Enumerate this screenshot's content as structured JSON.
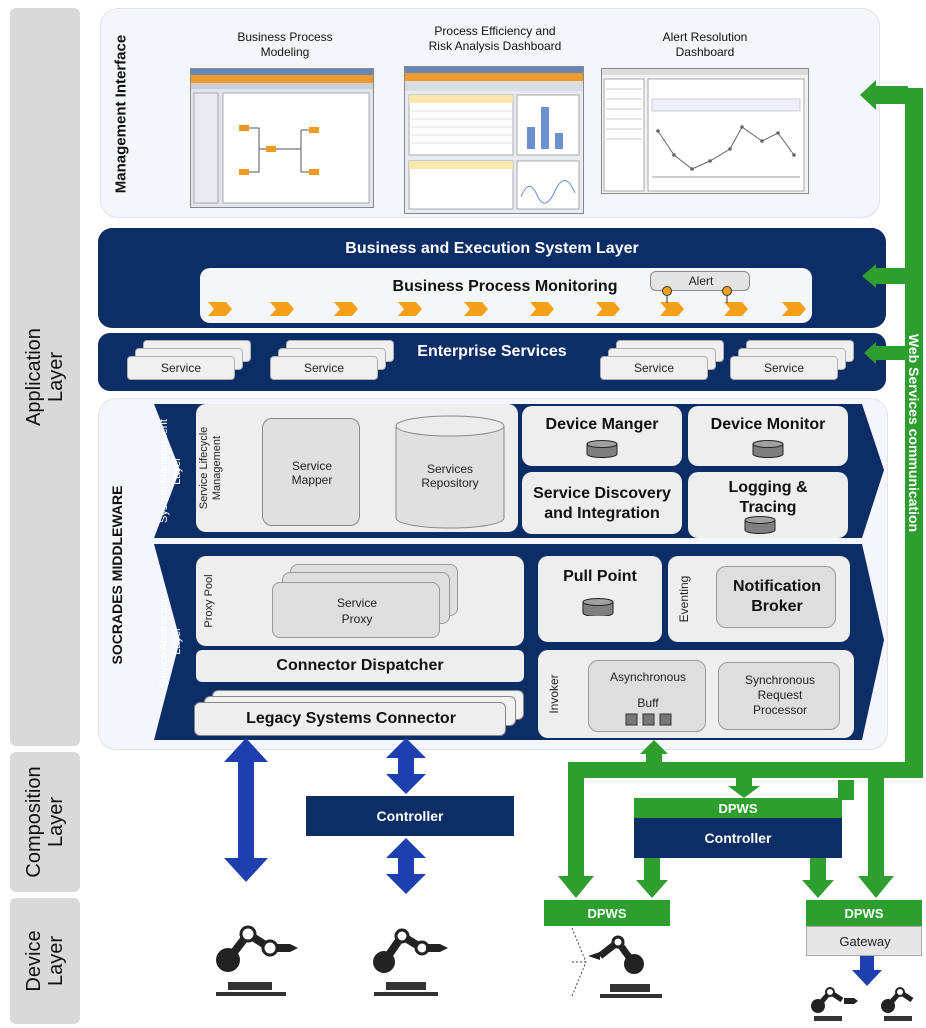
{
  "side_labels": {
    "application": "Application\nLayer",
    "composition": "Composition\nLayer",
    "device": "Device\nLayer"
  },
  "management": {
    "label": "Management Interface",
    "screens": [
      {
        "title": "Business Process\nModeling"
      },
      {
        "title": "Process Efficiency and\nRisk Analysis Dashboard"
      },
      {
        "title": "Alert Resolution\nDashboard"
      }
    ]
  },
  "business": {
    "title": "Business and Execution System Layer",
    "bpm": "Business Process Monitoring",
    "alert": "Alert"
  },
  "enterprise": {
    "title": "Enterprise Services",
    "services": [
      "Service",
      "Service",
      "Service",
      "Service"
    ]
  },
  "middleware": {
    "label": "SOCRADES MIDDLEWARE",
    "sys_mgmt_label": "System Management\nLayer",
    "lifecycle_label": "Service Lifecycle\nManagement",
    "service_mapper": "Service\nMapper",
    "services_repository": "Services\nRepository",
    "device_manager": "Device Manger",
    "device_monitor": "Device Monitor",
    "service_discovery": "Service Discovery\nand Integration",
    "logging": "Logging &\nTracing",
    "dal_label": "Device Abstraction\nLayer",
    "proxy_pool": "Proxy Pool",
    "service_proxy": "Service\nProxy",
    "pull_point": "Pull Point",
    "eventing": "Eventing",
    "notification_broker": "Notification\nBroker",
    "connector_dispatcher": "Connector Dispatcher",
    "legacy_connector": "Legacy Systems Connector",
    "invoker": "Invoker",
    "async_buff": "Asynchronous\n\nBuff",
    "sync_processor": "Synchronous\nRequest\nProcessor"
  },
  "web_services": "Web Services communication",
  "composition": {
    "controller_left": "Controller",
    "controller_right": "Controller",
    "dpws_top": "DPWS"
  },
  "device": {
    "dpws_left": "DPWS",
    "dpws_right": "DPWS",
    "gateway": "Gateway"
  },
  "colors": {
    "navy": "#0d2d66",
    "green": "#2e9e2e",
    "arrow_blue": "#1f3fae",
    "orange": "#f5a01a"
  }
}
